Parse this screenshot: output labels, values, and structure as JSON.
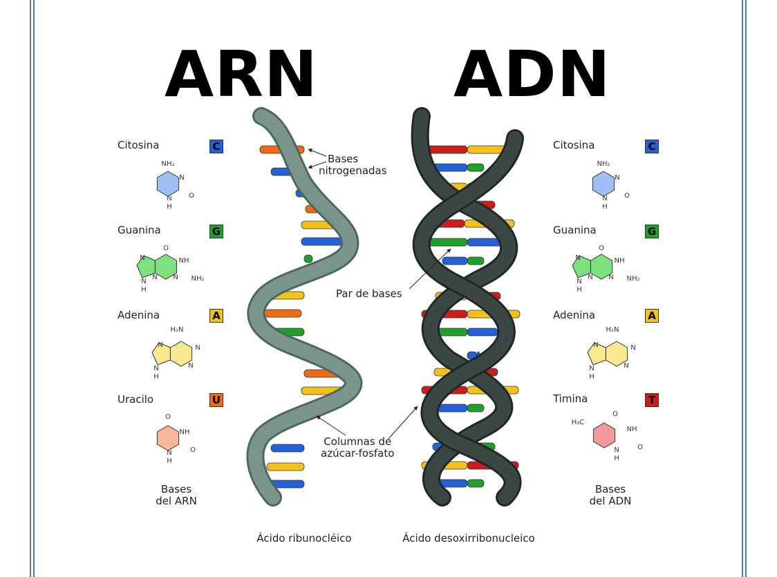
{
  "titles": {
    "rna": "ARN",
    "dna": "ADN"
  },
  "rna_bases": [
    {
      "name": "Citosina",
      "letter": "C",
      "color": "#2461d6",
      "ring": "#9ec0f5"
    },
    {
      "name": "Guanina",
      "letter": "G",
      "color": "#1ea02a",
      "ring": "#7fe07f"
    },
    {
      "name": "Adenina",
      "letter": "A",
      "color": "#f2c21a",
      "ring": "#fbe98f"
    },
    {
      "name": "Uracilo",
      "letter": "U",
      "color": "#ee6a14",
      "ring": "#f8b79a"
    }
  ],
  "dna_bases": [
    {
      "name": "Citosina",
      "letter": "C",
      "color": "#2461d6",
      "ring": "#9ec0f5"
    },
    {
      "name": "Guanina",
      "letter": "G",
      "color": "#1ea02a",
      "ring": "#7fe07f"
    },
    {
      "name": "Adenina",
      "letter": "A",
      "color": "#f2c21a",
      "ring": "#fbe98f"
    },
    {
      "name": "Timina",
      "letter": "T",
      "color": "#cc1c1c",
      "ring": "#f29a9a"
    }
  ],
  "structure_labels": {
    "cytosine": [
      "NH₂",
      "N",
      "O",
      "N",
      "H"
    ],
    "guanine": [
      "O",
      "NH",
      "N",
      "N",
      "NH₂",
      "N",
      "N",
      "H"
    ],
    "adenine": [
      "H₂N",
      "N",
      "N",
      "N",
      "N",
      "H"
    ],
    "uracil": [
      "O",
      "NH",
      "O",
      "N",
      "H"
    ],
    "thymine": [
      "H₃C",
      "O",
      "NH",
      "O",
      "N",
      "H"
    ]
  },
  "captions": {
    "rna_bases": [
      "Bases",
      "del ARN"
    ],
    "dna_bases": [
      "Bases",
      "del ADN"
    ],
    "rna_name": "Ácido ribunocléico",
    "dna_name": "Ácido desoxirribonucleico"
  },
  "annotations": {
    "nitrogen_bases": [
      "Bases",
      "nitrogenadas"
    ],
    "base_pair": "Par de bases",
    "backbone": [
      "Columnas de",
      "azúcar-fosfato"
    ]
  },
  "colors": {
    "frame": "#4a78b8",
    "rna_strand": "#7a958e",
    "rna_strand_dark": "#4d6660",
    "dna_strand": "#3a4744",
    "dna_strand_dark": "#1f2826",
    "red": "#cc1c1c",
    "yellow": "#f2c21a",
    "green": "#1ea02a",
    "blue": "#2461d6",
    "orange": "#ee6a14"
  }
}
